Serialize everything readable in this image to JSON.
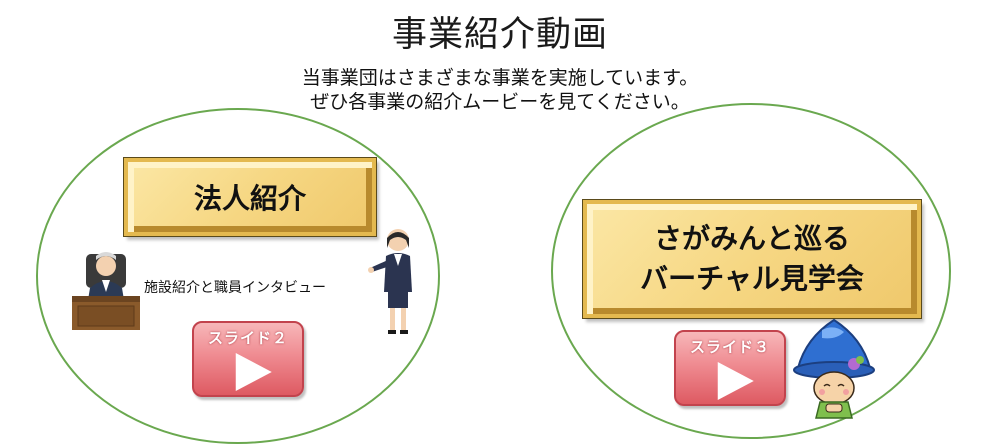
{
  "page": {
    "title": "事業紹介動画",
    "intro_lines": [
      "当事業団はさまざまな事業を実施しています。",
      "ぜひ各事業の紹介ムービーを見てください。"
    ]
  },
  "sections": [
    {
      "heading_lines": [
        "法人紹介"
      ],
      "caption": "施設紹介と職員インタビュー",
      "button_label": "スライド２"
    },
    {
      "heading_lines": [
        "さがみんと巡る",
        "バーチャル見学会"
      ],
      "button_label": "スライド３"
    }
  ],
  "colors": {
    "ring": "#6aa84f",
    "plaque": "#f6d783",
    "button": "#ef8b91",
    "mascot_hat": "#2f6fd1"
  },
  "icons": [
    "play-icon",
    "businessman-at-desk-illustration",
    "businesswoman-pointing-illustration",
    "sagamin-mascot-illustration"
  ]
}
